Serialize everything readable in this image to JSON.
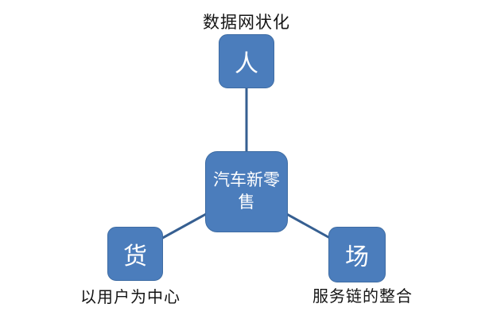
{
  "colors": {
    "node_fill": "#4b7dbc",
    "node_border": "#3e6ca3",
    "connector": "#365f91",
    "node_text": "#ffffff",
    "label_text": "#141414",
    "background": "#ffffff"
  },
  "diagram": {
    "type": "radial",
    "center": {
      "label": "汽车新零售"
    },
    "nodes": [
      {
        "id": "person",
        "label": "人",
        "annotation": "数据网状化"
      },
      {
        "id": "goods",
        "label": "货",
        "annotation": "以用户为中心"
      },
      {
        "id": "venue",
        "label": "场",
        "annotation": "服务链的整合"
      }
    ]
  }
}
